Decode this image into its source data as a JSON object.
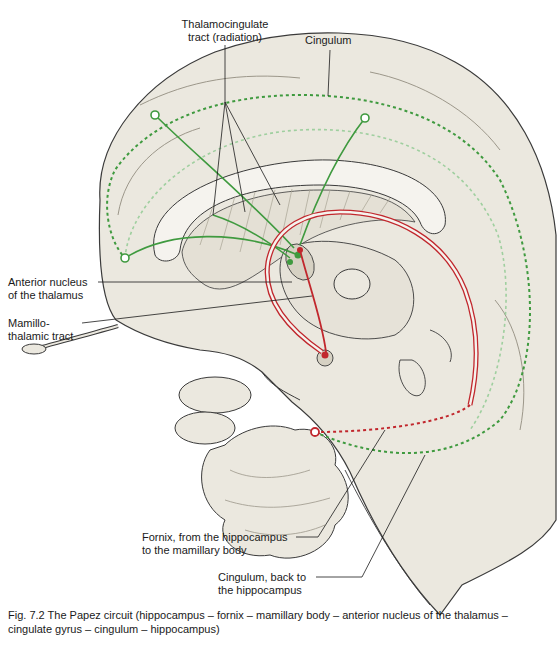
{
  "diagram": {
    "caption": "Fig. 7.2 The Papez circuit (hippocampus – fornix – mamillary body – anterior nucleus of the thalamus – cingulate gyrus – cingulum – hippocampus)",
    "labels": [
      "Thalamocingulate tract (radiation)",
      "Cingulum",
      "Anterior nucleus of the thalamus",
      "Mamillo- thalamic tract",
      "Fornix, from the hippocampus to the mamillary body",
      "Cingulum, back to the hippocampus"
    ]
  }
}
